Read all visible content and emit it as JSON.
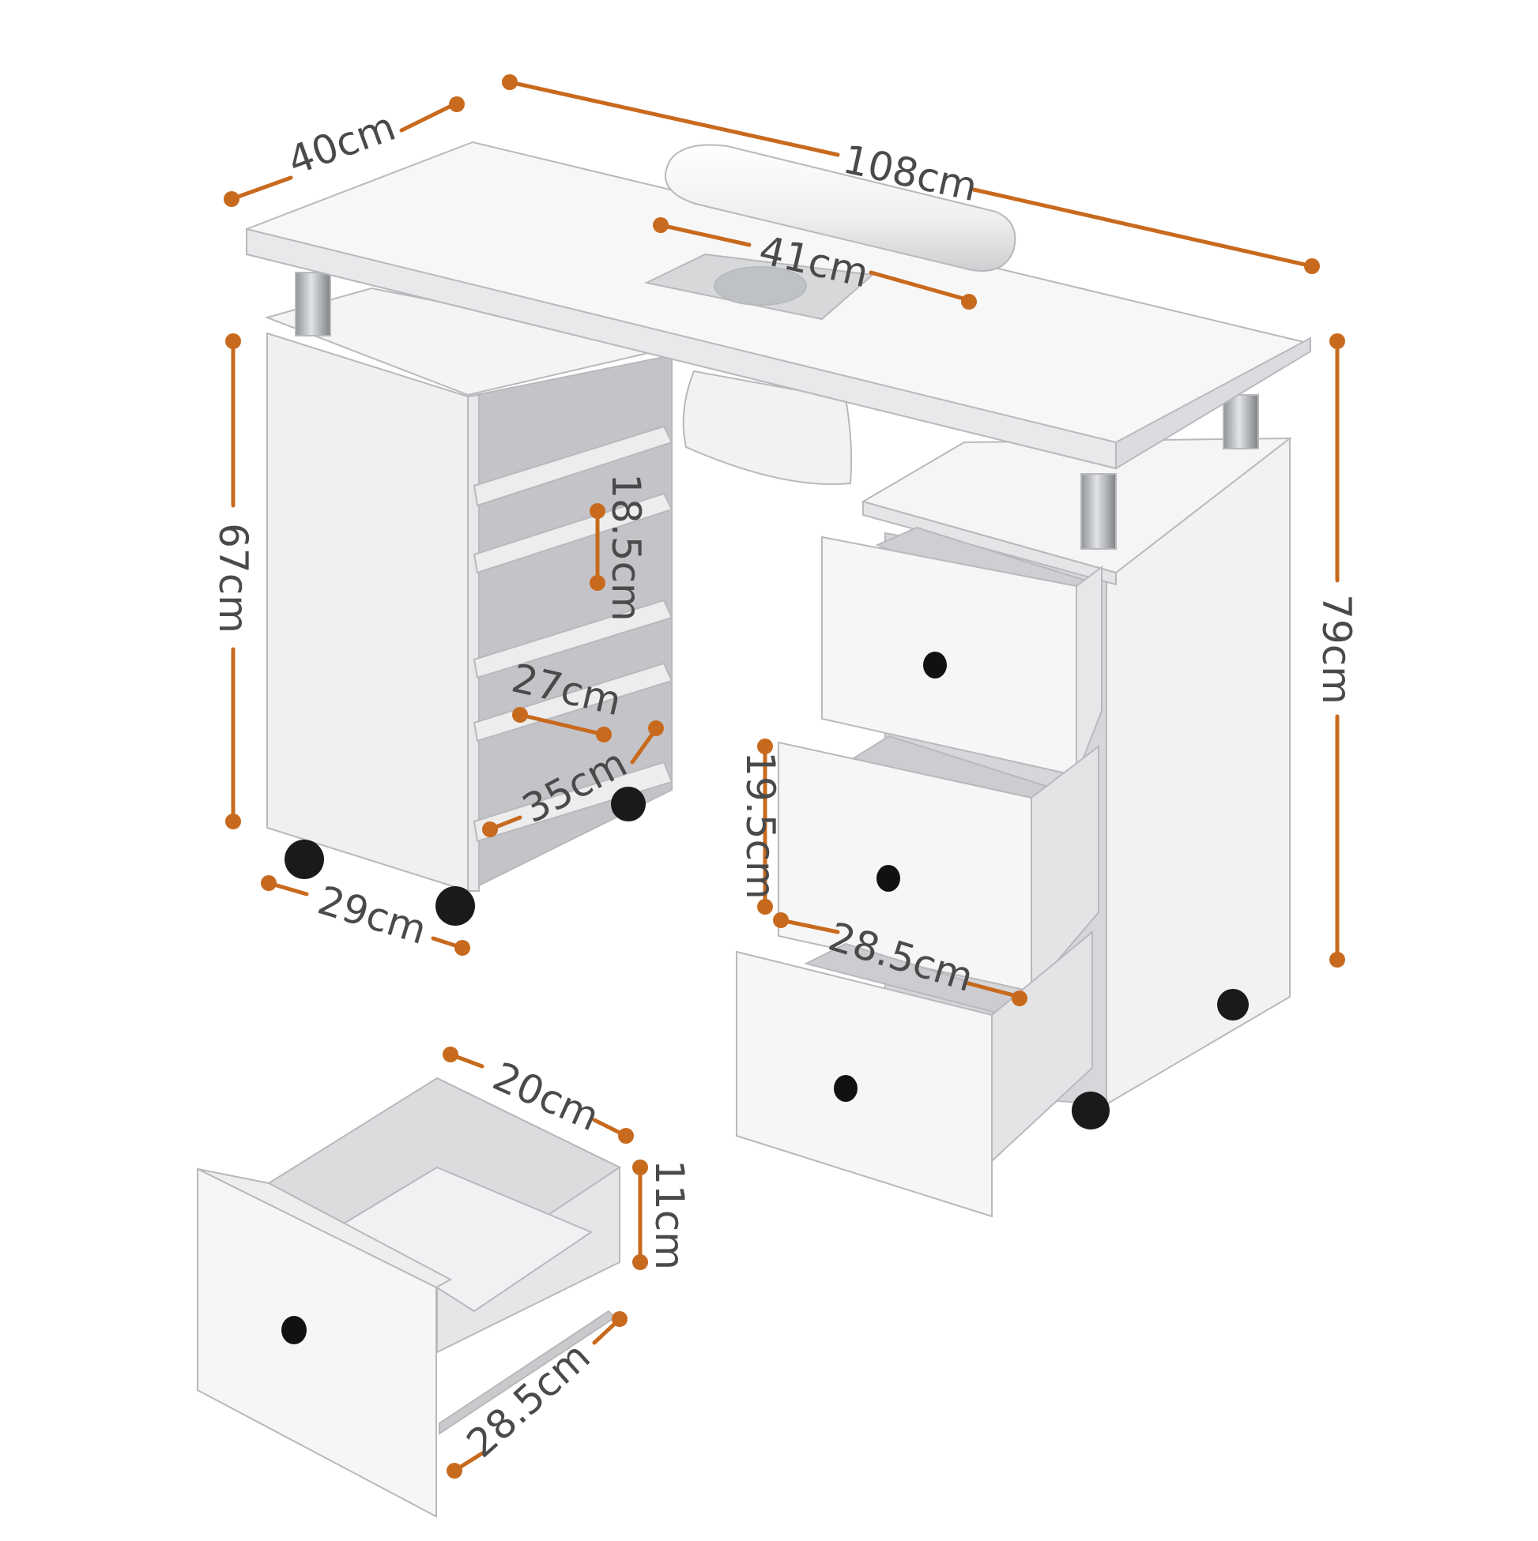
{
  "colors": {
    "dimension_line": "#C86A1E",
    "label_text": "#4A4A4A",
    "panel_light": "#F6F6F6",
    "panel_mid": "#E4E4E6",
    "panel_dark": "#C9C9CD",
    "steel": "#B0B3B6",
    "knob": "#111111"
  },
  "dimensions": {
    "table_width": "108cm",
    "table_depth": "40cm",
    "armrest_width": "41cm",
    "cabinet_height": "67cm",
    "total_height": "79cm",
    "shelf_height": "18.5cm",
    "shelf_inner_depth": "27cm",
    "shelf_depth": "35cm",
    "cabinet_width": "29cm",
    "drawer_height": "19.5cm",
    "drawer_depth": "28.5cm",
    "detail_drawer_width": "20cm",
    "detail_drawer_height": "11cm",
    "detail_drawer_depth": "28.5cm"
  }
}
